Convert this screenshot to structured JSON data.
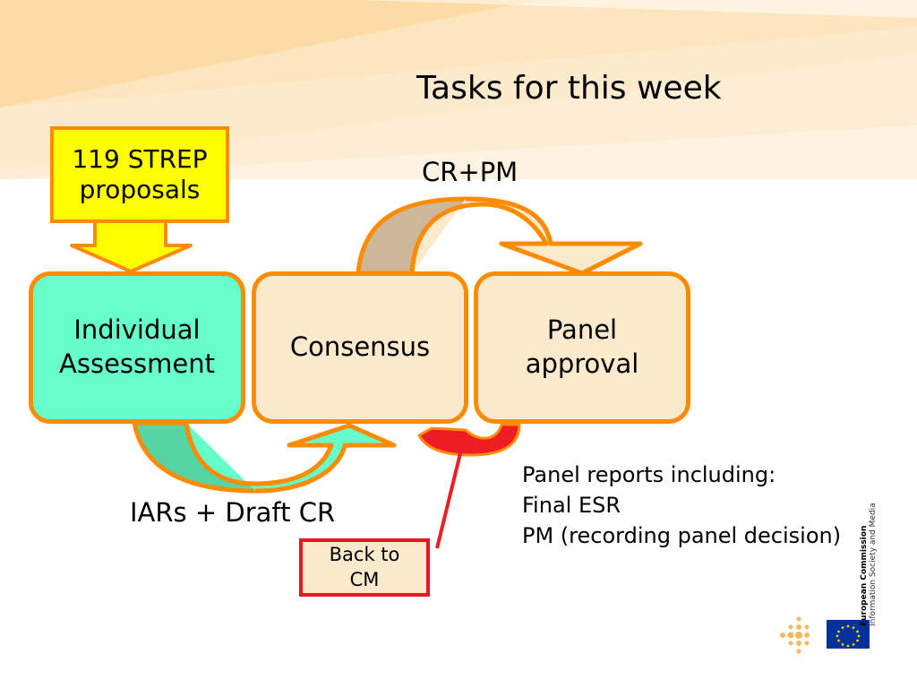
{
  "slide": {
    "title": "Tasks for this week",
    "boxes": {
      "individual": "Individual\nAssessment",
      "consensus": "Consensus",
      "panel": "Panel\napproval"
    },
    "strep_label": "119 STREP\nproposals",
    "cr_pm_label": "CR+PM",
    "iars_label": "IARs + Draft CR",
    "back_to_cm": "Back to\nCM",
    "panel_reports": [
      "Panel reports including:",
      "Final ESR",
      "PM (recording panel decision)"
    ]
  },
  "footer": {
    "ec_line1": "European Commission",
    "ec_line2": "Information Society and Media"
  },
  "colors": {
    "orange_outline": "#ff8c00",
    "teal_box": "#66ffcc",
    "cream_box": "#fde9cc",
    "yellow_box": "#ffff00",
    "red_accent": "#e8181e"
  }
}
